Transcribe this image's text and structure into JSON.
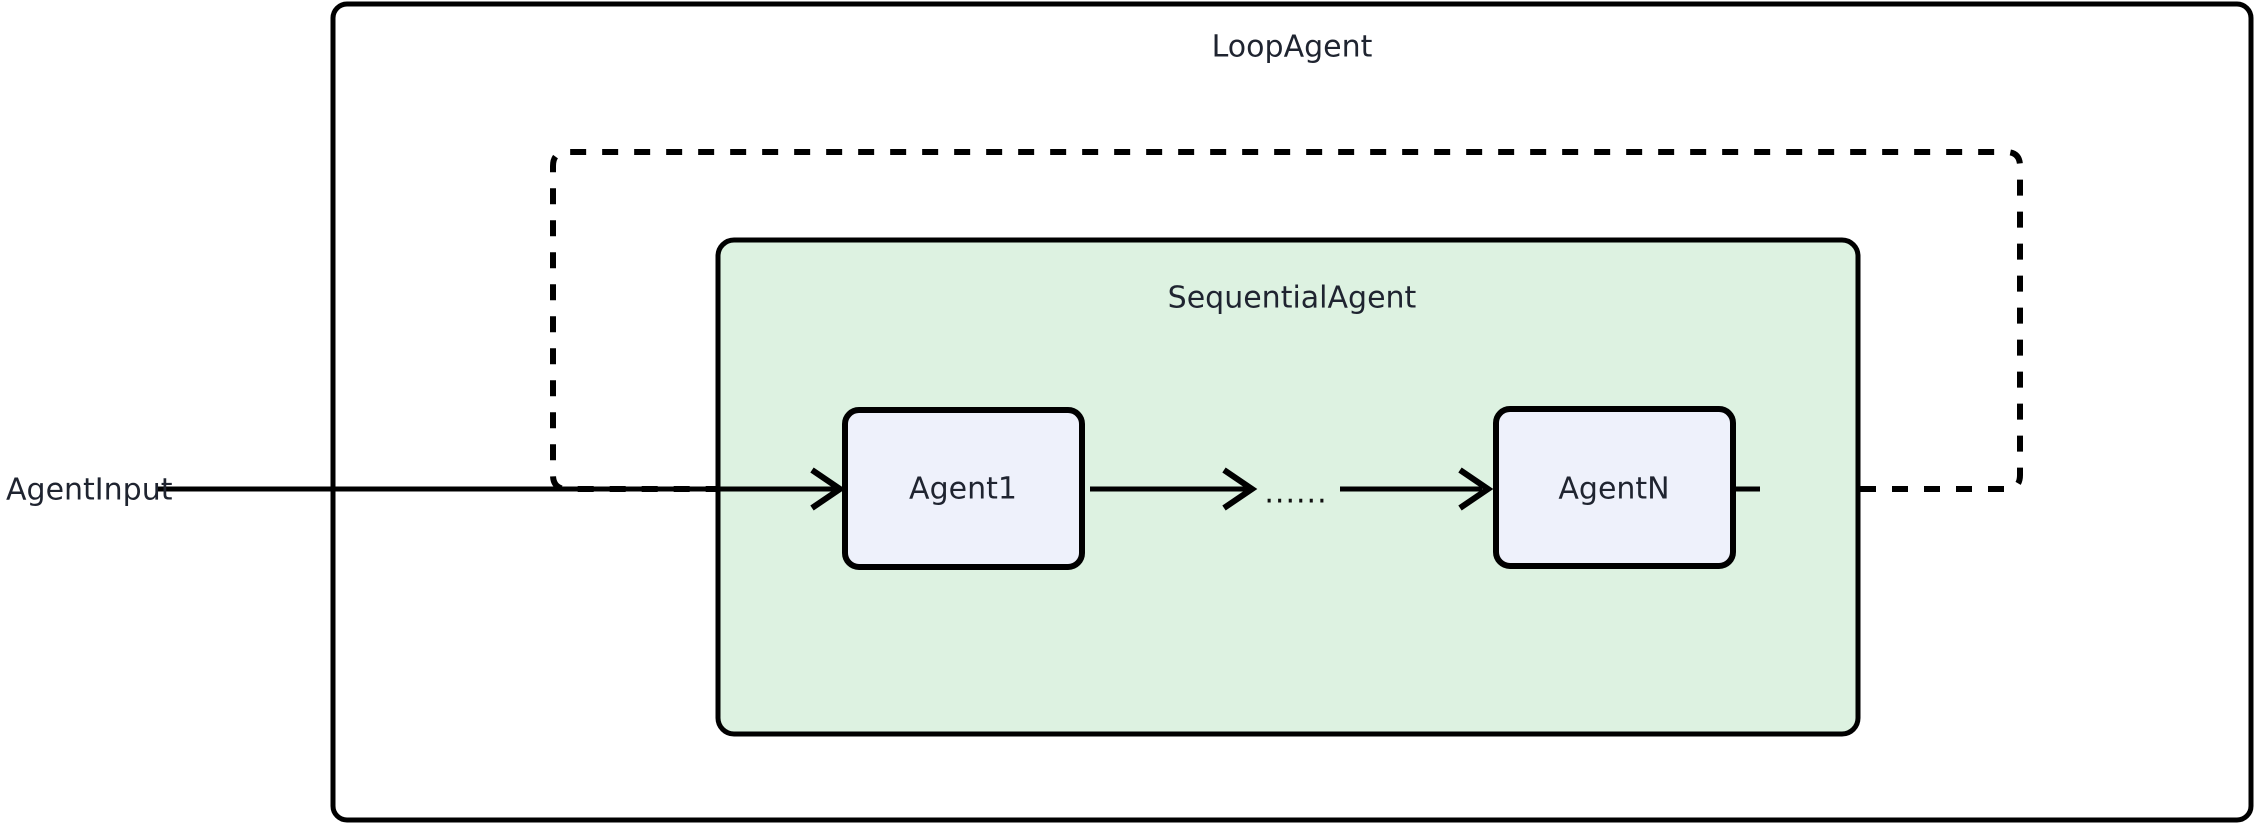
{
  "diagram": {
    "type": "flow-diagram",
    "background_color": "#ffffff",
    "stroke_color": "#000000",
    "text_color": "#1f2430",
    "outer_container": {
      "label": "LoopAgent",
      "fill": "#ffffff"
    },
    "inner_container": {
      "label": "SequentialAgent",
      "fill": "#ddf2e1"
    },
    "nodes": [
      {
        "id": "agent1",
        "label": "Agent1",
        "fill": "#eef1fb"
      },
      {
        "id": "ellipsis",
        "label": "......",
        "fill": "none"
      },
      {
        "id": "agentN",
        "label": "AgentN",
        "fill": "#eef1fb"
      }
    ],
    "external_input": {
      "label": "AgentInput"
    },
    "edges": [
      {
        "from": "AgentInput",
        "to": "Agent1",
        "style": "solid",
        "arrow": true
      },
      {
        "from": "Agent1",
        "to": "......",
        "style": "solid",
        "arrow": true
      },
      {
        "from": "......",
        "to": "AgentN",
        "style": "solid",
        "arrow": true
      },
      {
        "from": "AgentN",
        "to": "Agent1",
        "style": "dashed",
        "arrow": true,
        "note": "loop-back"
      }
    ]
  }
}
